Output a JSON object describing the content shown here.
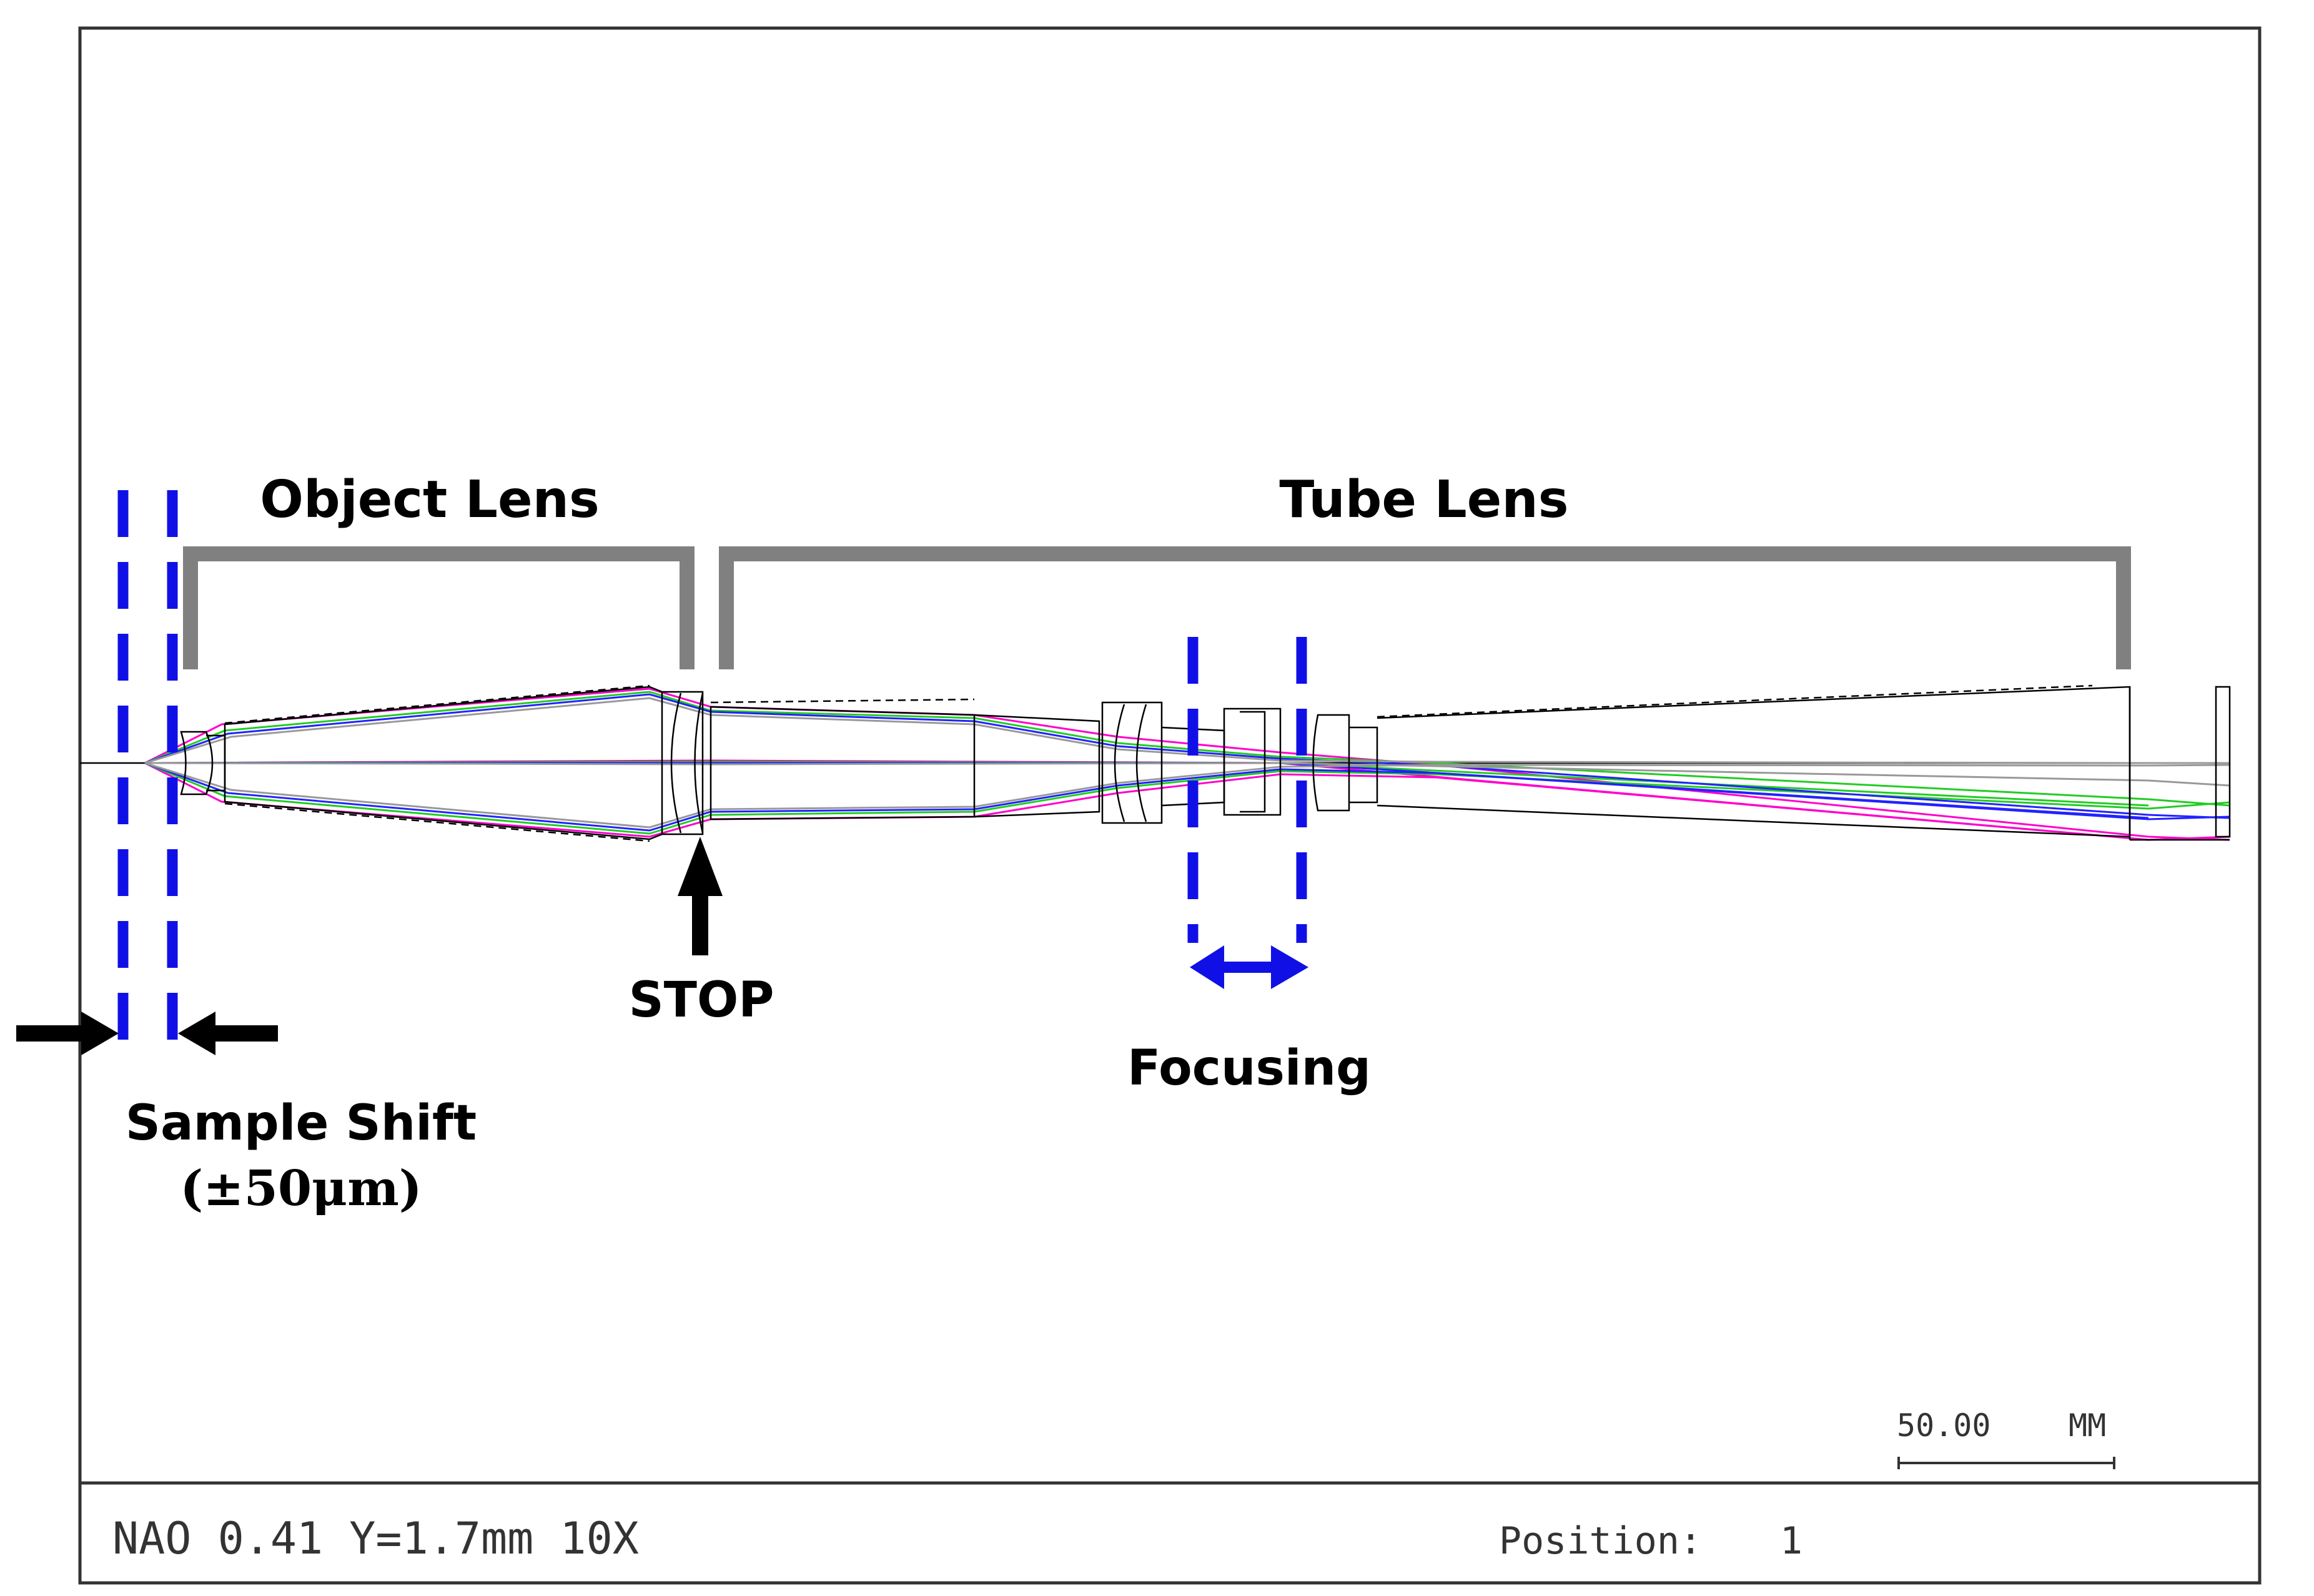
{
  "labels": {
    "object_lens": "Object Lens",
    "tube_lens": "Tube Lens",
    "stop": "STOP",
    "focusing": "Focusing",
    "sample_shift": "Sample Shift",
    "sample_shift_range": "(±50μm)"
  },
  "scale_bar": {
    "value": "50.00",
    "unit": "MM"
  },
  "footer": {
    "system_info": "NAO 0.41 Y=1.7mm 10X",
    "position_label": "Position:",
    "position_value": "1"
  },
  "colors": {
    "frame": "#333333",
    "bracket": "#808080",
    "marker": "#1010e6",
    "arrow": "#000000",
    "ray_magenta": "#ff00cc",
    "ray_green": "#22cc22",
    "ray_blue": "#2222ff",
    "ray_gray": "#999999",
    "lens": "#000000"
  }
}
